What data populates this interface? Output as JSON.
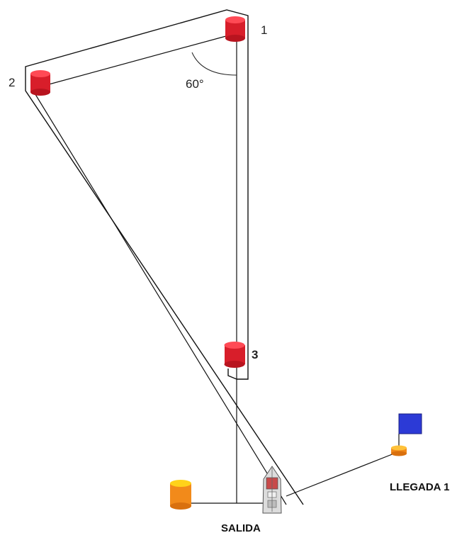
{
  "marks": {
    "mark_1": "1",
    "mark_2": "2",
    "mark_3": "3",
    "angle": "60°"
  },
  "labels": {
    "start": "SALIDA",
    "finish": "LLEGADA 1"
  },
  "colors": {
    "mark_buoy": "#d81e2a",
    "start_buoy": "#f28a1a",
    "finish_buoy": "#f28a1a",
    "finish_flag": "#2c3ad6",
    "course_line": "#111111"
  }
}
